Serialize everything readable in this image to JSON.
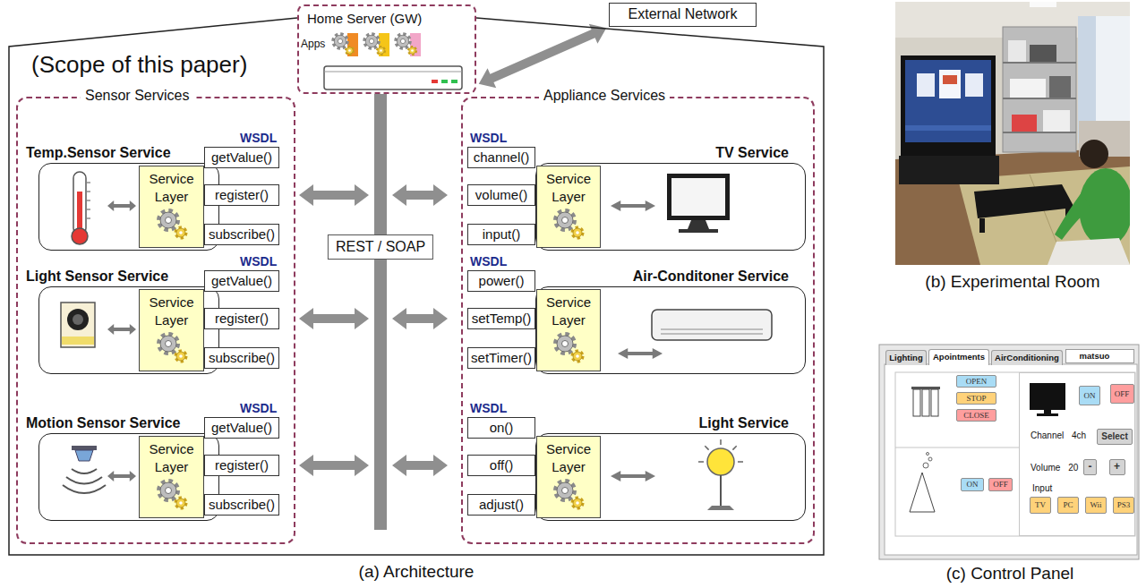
{
  "diagram": {
    "nodes": [
      {
        "text": [
          "(Scope of this paper)"
        ]
      },
      {
        "text": [
          "Home Server (GW)",
          "Apps"
        ],
        "in": 0
      },
      {
        "text": [
          "External Network"
        ]
      },
      {
        "text": [
          "Sensor Services"
        ],
        "in": 0
      },
      {
        "text": [
          "Temp.Sensor Service",
          "WSDL"
        ],
        "in": 3
      },
      {
        "text": [
          "Service Layer"
        ],
        "in": 4
      },
      {
        "text": [
          "getValue()"
        ],
        "in": 4
      },
      {
        "text": [
          "register()"
        ],
        "in": 4
      },
      {
        "text": [
          "subscribe()"
        ],
        "in": 4
      },
      {
        "text": [
          "Light Sensor Service",
          "WSDL"
        ],
        "in": 3
      },
      {
        "text": [
          "Service Layer"
        ],
        "in": 9
      },
      {
        "text": [
          "getValue()"
        ],
        "in": 9
      },
      {
        "text": [
          "register()"
        ],
        "in": 9
      },
      {
        "text": [
          "subscribe()"
        ],
        "in": 9
      },
      {
        "text": [
          "Motion Sensor Service",
          "WSDL"
        ],
        "in": 3
      },
      {
        "text": [
          "Service Layer"
        ],
        "in": 14
      },
      {
        "text": [
          "getValue()"
        ],
        "in": 14
      },
      {
        "text": [
          "register()"
        ],
        "in": 14
      },
      {
        "text": [
          "subscribe()"
        ],
        "in": 14
      },
      {
        "text": [
          "REST / SOAP"
        ],
        "in": 0
      },
      {
        "text": [
          "Appliance Services"
        ],
        "in": 0
      },
      {
        "text": [
          "WSDL",
          "TV Service"
        ],
        "in": 20
      },
      {
        "text": [
          "channel()"
        ],
        "in": 21
      },
      {
        "text": [
          "volume()"
        ],
        "in": 21
      },
      {
        "text": [
          "input()"
        ],
        "in": 21
      },
      {
        "text": [
          "Service Layer"
        ],
        "in": 21
      },
      {
        "text": [
          "WSDL",
          "Air-Conditoner Service"
        ],
        "in": 20
      },
      {
        "text": [
          "power()"
        ],
        "in": 26
      },
      {
        "text": [
          "setTemp()"
        ],
        "in": 26
      },
      {
        "text": [
          "setTimer()"
        ],
        "in": 26
      },
      {
        "text": [
          "Service Layer"
        ],
        "in": 26
      },
      {
        "text": [
          "WSDL",
          "Light Service"
        ],
        "in": 20
      },
      {
        "text": [
          "on()"
        ],
        "in": 31
      },
      {
        "text": [
          "off()"
        ],
        "in": 31
      },
      {
        "text": [
          "adjust()"
        ],
        "in": 31
      },
      {
        "text": [
          "Service Layer"
        ],
        "in": 31
      },
      {
        "text": [
          "Lighting"
        ]
      },
      {
        "text": [
          "Apointments"
        ]
      },
      {
        "text": [
          "AirConditioning"
        ]
      },
      {
        "text": [
          "matsuo"
        ]
      },
      {
        "text": [
          "OPEN"
        ]
      },
      {
        "text": [
          "STOP"
        ]
      },
      {
        "text": [
          "CLOSE"
        ]
      },
      {
        "text": [
          "ON"
        ]
      },
      {
        "text": [
          "OFF"
        ]
      },
      {
        "text": [
          "Channel 4ch",
          "Volume 20",
          "Input"
        ]
      },
      {
        "text": [
          "ON"
        ],
        "in": 45
      },
      {
        "text": [
          "OFF"
        ],
        "in": 45
      },
      {
        "text": [
          "Select"
        ],
        "in": 45
      },
      {
        "text": [
          "-"
        ],
        "in": 45
      },
      {
        "text": [
          "+"
        ],
        "in": 45
      },
      {
        "text": [
          "TV"
        ],
        "in": 45
      },
      {
        "text": [
          "PC"
        ],
        "in": 45
      },
      {
        "text": [
          "Wii"
        ],
        "in": 45
      },
      {
        "text": [
          "PS3"
        ],
        "in": 45
      }
    ],
    "edges": [
      {
        "from": 1,
        "to": 2,
        "arrow": "both"
      },
      {
        "from": 7,
        "to": 19,
        "arrow": "both"
      },
      {
        "from": 12,
        "to": 19,
        "arrow": "both"
      },
      {
        "from": 17,
        "to": 19,
        "arrow": "both"
      },
      {
        "from": 23,
        "to": 19,
        "arrow": "both"
      },
      {
        "from": 28,
        "to": 19,
        "arrow": "both"
      },
      {
        "from": 33,
        "to": 19,
        "arrow": "both"
      }
    ],
    "labels": [
      "(a) Architecture",
      "(b) Experimental Room",
      "(c) Control Panel"
    ]
  }
}
